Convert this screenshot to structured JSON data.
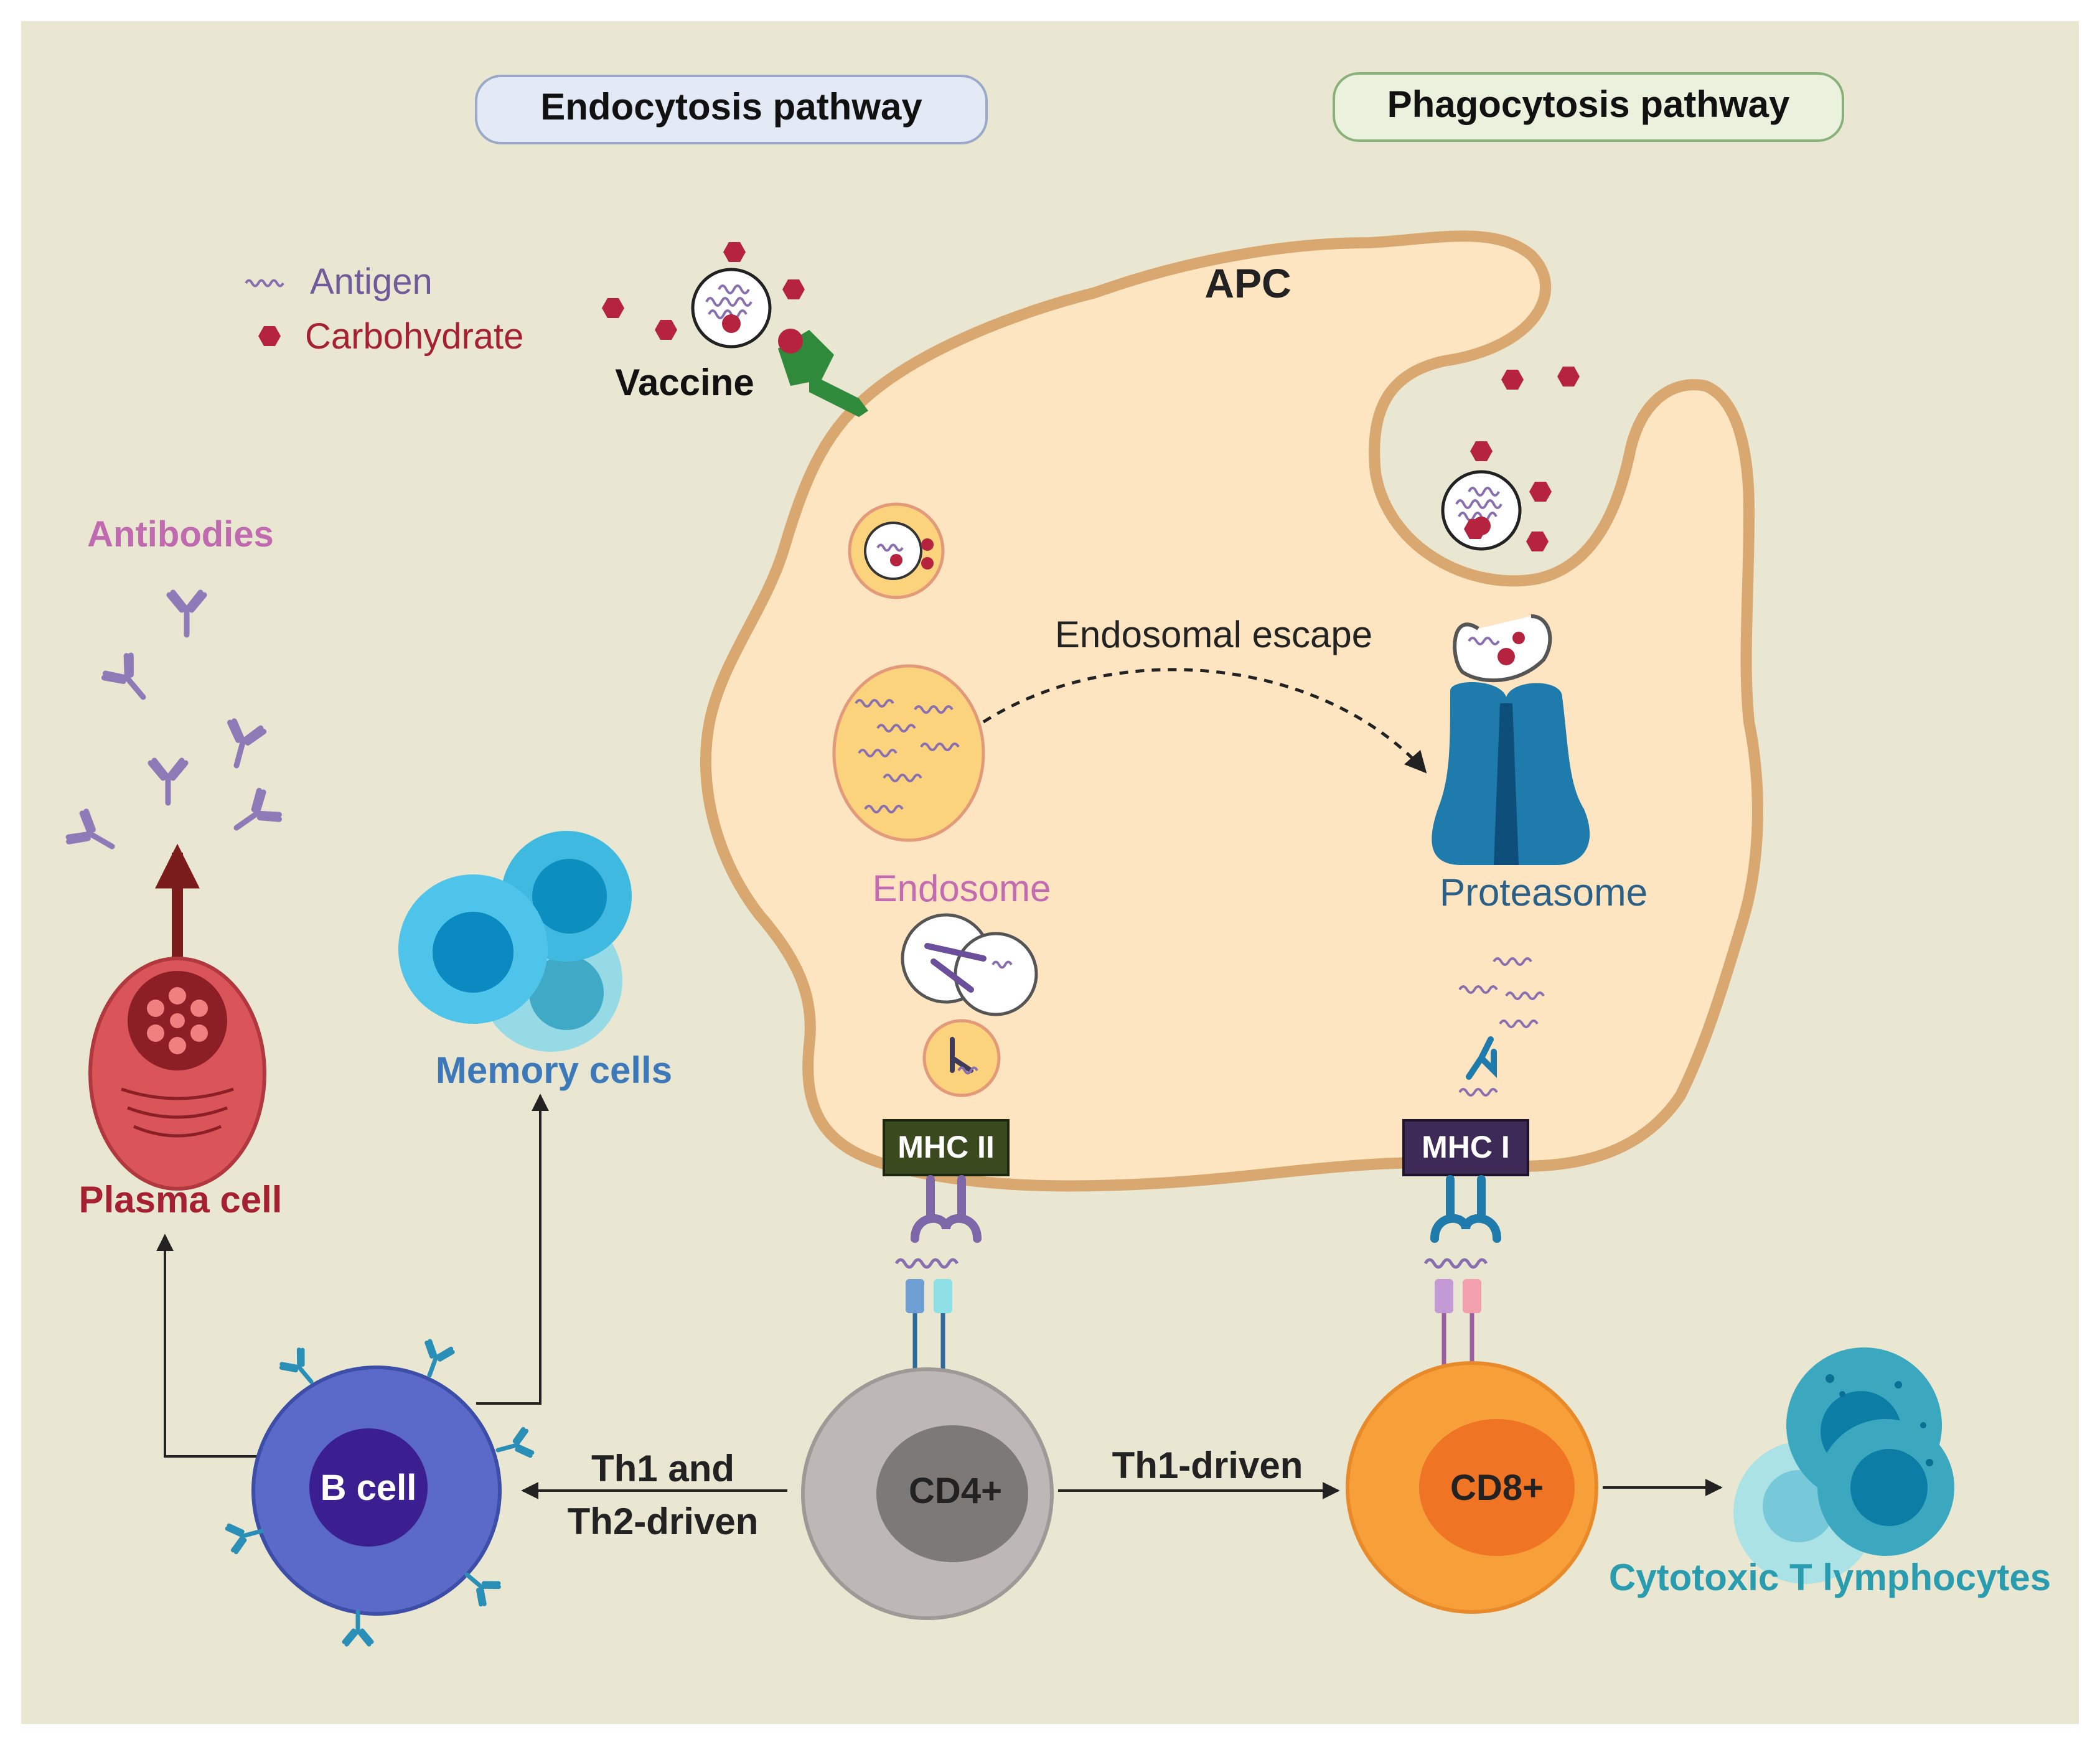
{
  "colors": {
    "background": "#e9e7d1",
    "apc_fill": "#fde5c2",
    "apc_border": "#d9a870",
    "carbohydrate": "#b5233f",
    "antigen": "#8a6fb0",
    "endocytosis_header": "#e3eaf6",
    "phagocytosis_header": "#eaf2de",
    "antibody": "#8f7ab8",
    "plasma": "#c9444c",
    "memory": "#3fb9e0",
    "bcell": "#5b6ac8",
    "cd4": "#bdb8b6",
    "cd8": "#f7a03a",
    "ctl": "#3ba8c0",
    "proteasome": "#1f7bab",
    "mhc2": "#3a4a1e",
    "mhc1": "#3d2a56",
    "vaccine_receptor": "#2f8a3c"
  },
  "headers": {
    "endocytosis": "Endocytosis pathway",
    "phagocytosis": "Phagocytosis pathway"
  },
  "legend": {
    "antigen": "Antigen",
    "carbohydrate": "Carbohydrate"
  },
  "labels": {
    "vaccine": "Vaccine",
    "apc": "APC",
    "antibodies": "Antibodies",
    "endosomal_escape": "Endosomal escape",
    "endosome": "Endosome",
    "proteasome": "Proteasome",
    "memory_cells": "Memory cells",
    "plasma_cell": "Plasma cell",
    "mhc2": "MHC II",
    "mhc1": "MHC I",
    "b_cell": "B cell",
    "cd4": "CD4+",
    "cd8": "CD8+",
    "th1_th2_line1": "Th1 and",
    "th1_th2_line2": "Th2-driven",
    "th1_driven": "Th1-driven",
    "ctl": "Cytotoxic T lymphocytes"
  },
  "icons": {
    "antigen": "antigen-squiggle-icon",
    "carbohydrate": "carbohydrate-hexagon-icon",
    "antibody": "antibody-y-icon",
    "arrow": "arrow-icon"
  }
}
